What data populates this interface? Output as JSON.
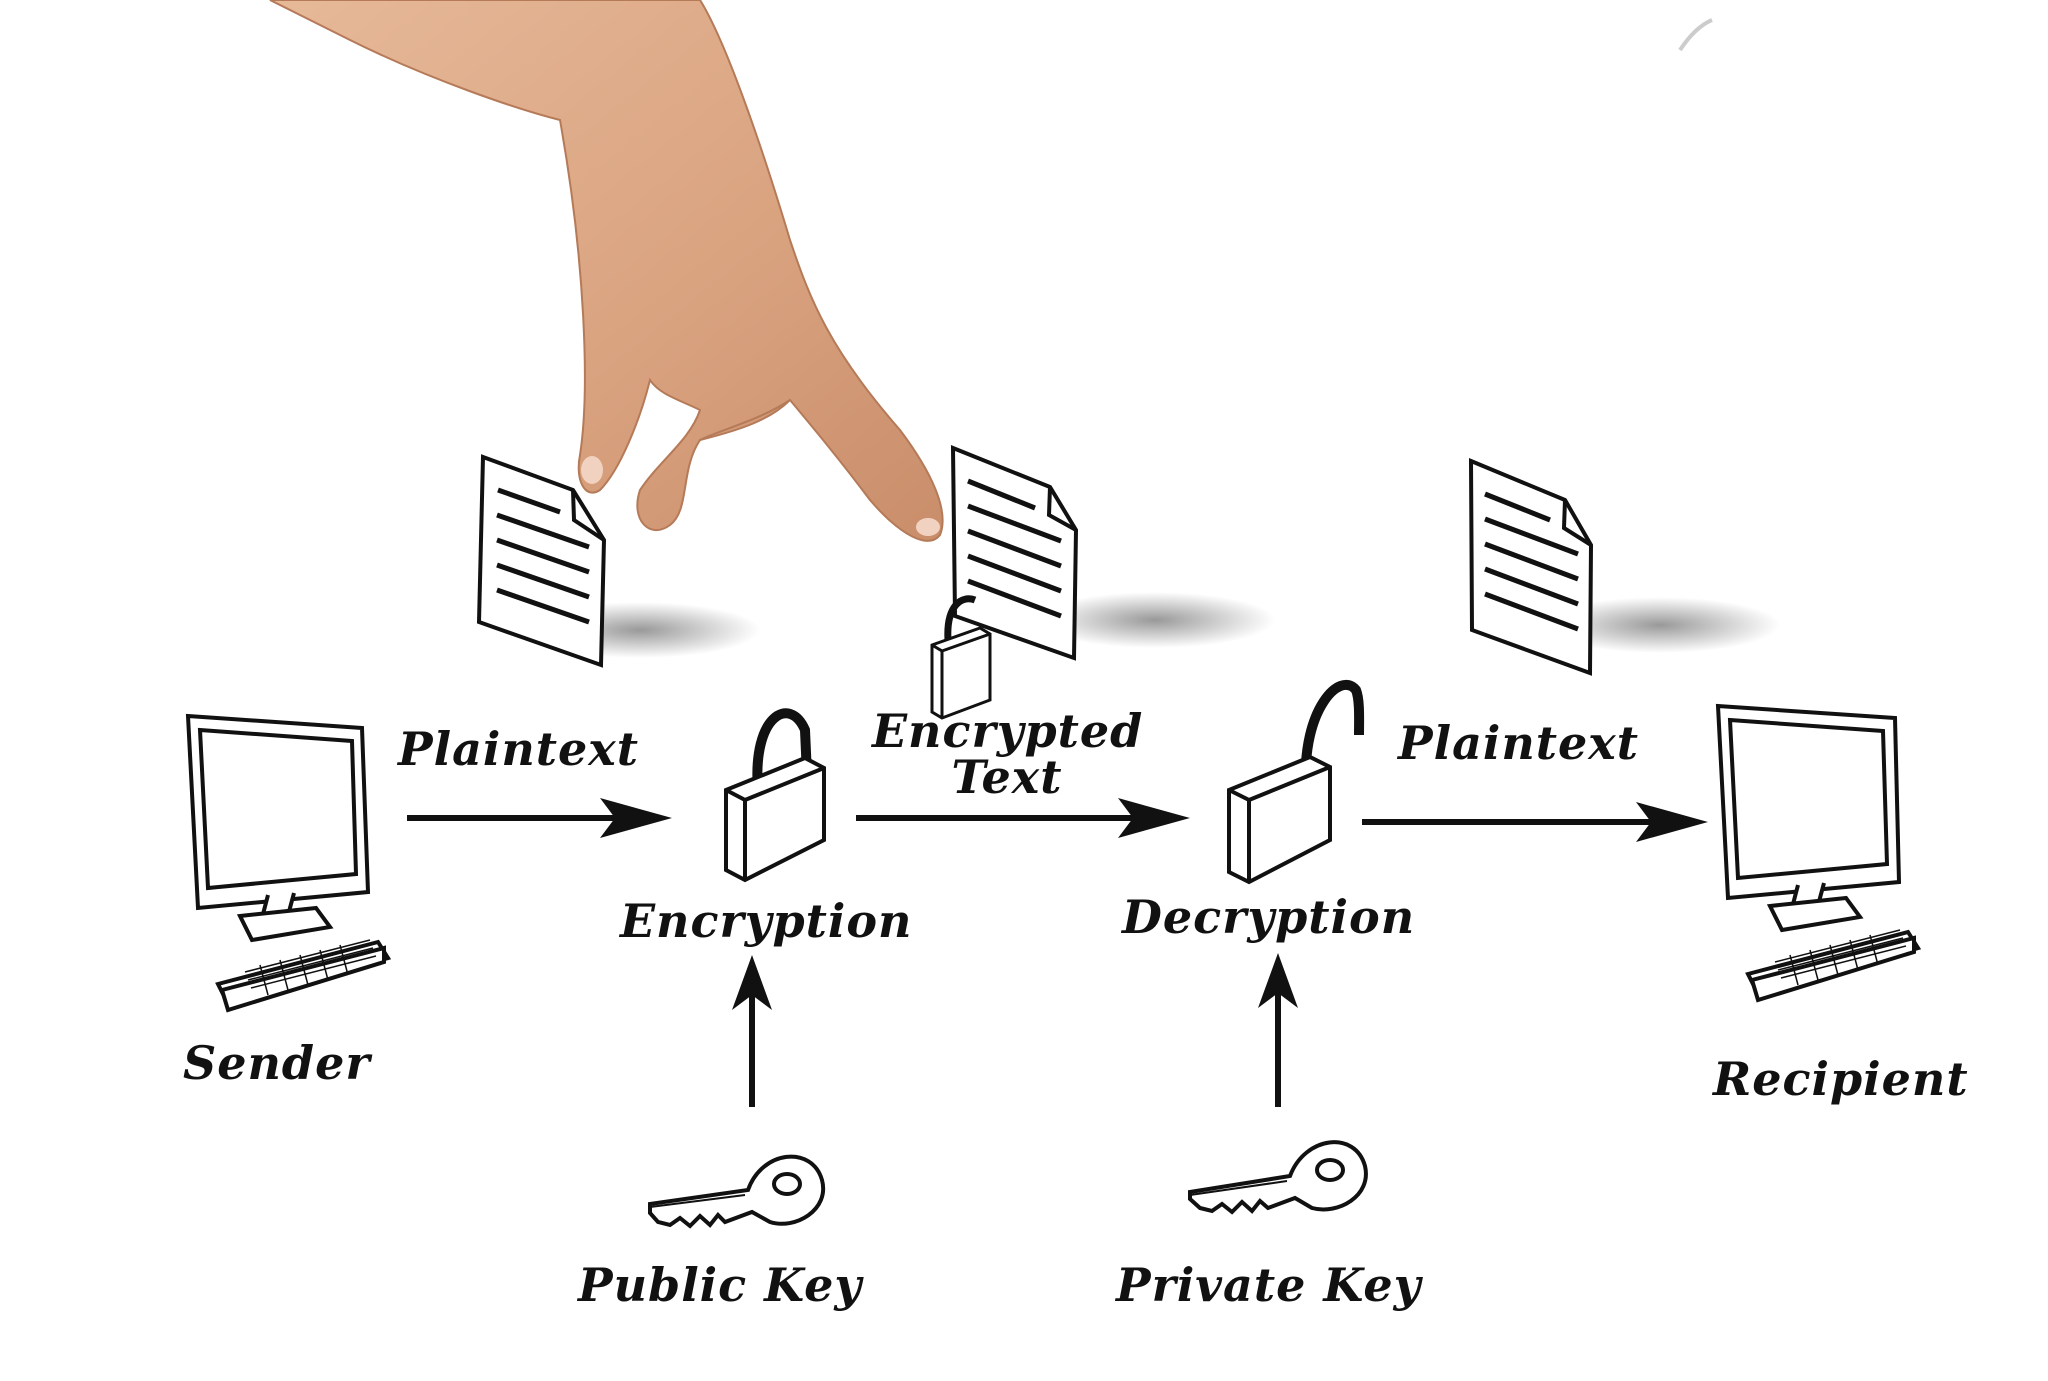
{
  "diagram": {
    "nodes": {
      "sender": "Sender",
      "encryption": "Encryption",
      "decryption": "Decryption",
      "recipient": "Recipient",
      "public_key": "Public Key",
      "private_key": "Private Key"
    },
    "edges": {
      "plaintext_1": "Plaintext",
      "encrypted_text": "Encrypted Text",
      "plaintext_2": "Plaintext"
    },
    "icons": [
      "hand-icon",
      "document-icon",
      "computer-icon",
      "padlock-closed-icon",
      "padlock-open-icon",
      "key-icon"
    ]
  }
}
